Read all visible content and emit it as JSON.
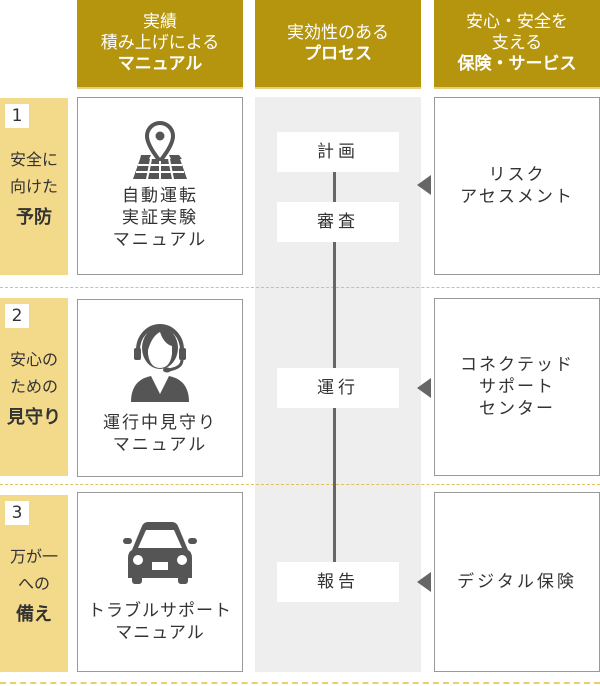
{
  "headers": [
    {
      "line1": "実績",
      "line2": "積み上げによる",
      "bold": "マニュアル"
    },
    {
      "line1": "実効性のある",
      "bold": "プロセス"
    },
    {
      "line1": "安心・安全を",
      "line2": "支える",
      "bold": "保険・サービス"
    }
  ],
  "rows": [
    {
      "num": "1",
      "label1": "安全に",
      "label2": "向けた",
      "bold": "予防",
      "manual": [
        "自動運転",
        "実証実験",
        "マニュアル"
      ],
      "manual_icon": "map-pin-icon",
      "service": [
        "リスク",
        "アセスメント"
      ]
    },
    {
      "num": "2",
      "label1": "安心の",
      "label2": "ための",
      "bold": "見守り",
      "manual": [
        "運行中見守り",
        "マニュアル"
      ],
      "manual_icon": "operator-headset-icon",
      "service": [
        "コネクテッド",
        "サポート",
        "センター"
      ]
    },
    {
      "num": "3",
      "label1": "万が一",
      "label2": "への",
      "bold": "備え",
      "manual": [
        "トラブルサポート",
        "マニュアル"
      ],
      "manual_icon": "car-icon",
      "service": [
        "デジタル保険"
      ]
    }
  ],
  "process": [
    "計画",
    "審査",
    "運行",
    "報告"
  ],
  "colors": {
    "gold": "#b5940e",
    "yellow": "#f3d98a",
    "gray": "#eeeeee",
    "dark": "#555555"
  }
}
